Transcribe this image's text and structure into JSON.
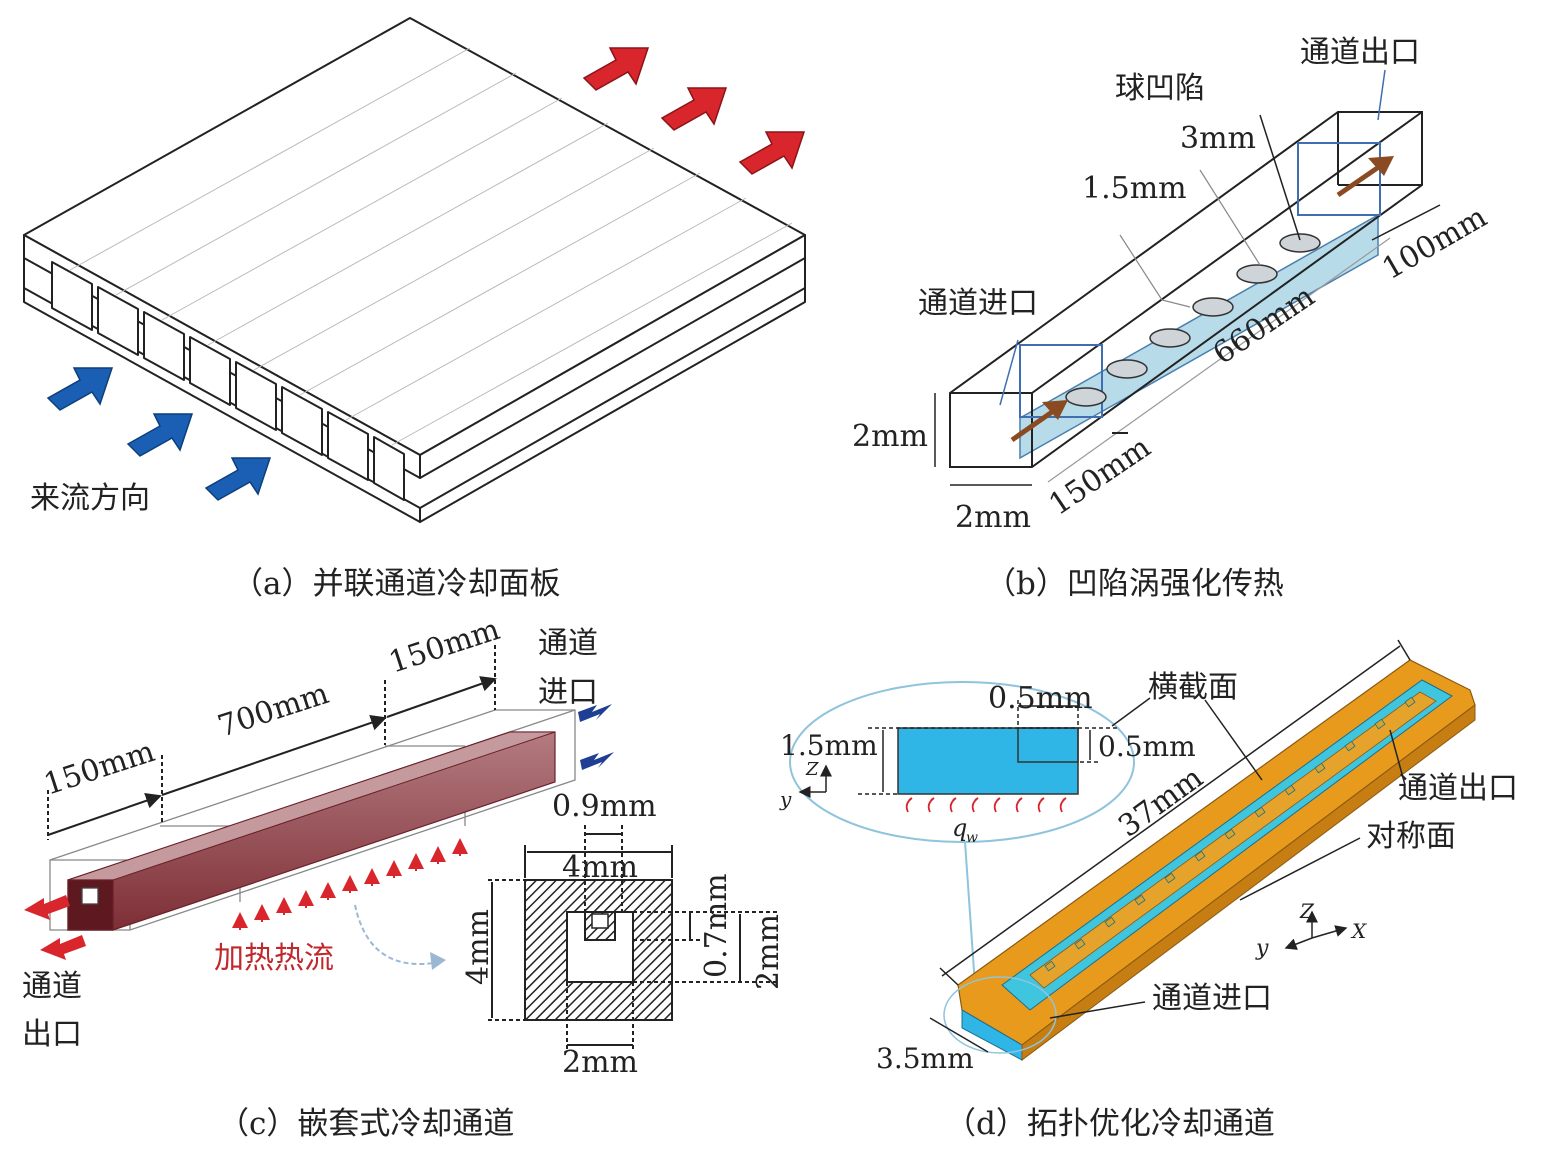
{
  "colors": {
    "inflow_arrow": "#1a5fb4",
    "outflow_arrow": "#d8262c",
    "dimple_channel": "#b7dbe8",
    "nested_channel": "#8c3f45",
    "topology_cyan": "#3fc6de",
    "topology_orange": "#e89a1c",
    "heat_flux_label": "#c0282d"
  },
  "panel_a": {
    "caption": "（a）并联通道冷却面板",
    "flow_label": "来流方向"
  },
  "panel_b": {
    "caption": "（b）凹陷涡强化传热",
    "outlet": "通道出口",
    "dimple": "球凹陷",
    "dim_3mm": "3mm",
    "dim_1_5mm": "1.5mm",
    "inlet": "通道进口",
    "dim_100mm": "100mm",
    "dim_660mm": "660mm",
    "dim_2mm_h": "2mm",
    "dim_150mm": "150mm",
    "dim_2mm_w": "2mm"
  },
  "panel_c": {
    "caption": "（c）嵌套式冷却通道",
    "dim_150mm_right": "150mm",
    "dim_700mm": "700mm",
    "dim_150mm_left": "150mm",
    "inlet_line1": "通道",
    "inlet_line2": "进口",
    "outlet_line1": "通道",
    "outlet_line2": "出口",
    "heat_flux": "加热热流",
    "dim_0_9mm": "0.9mm",
    "dim_4mm_top": "4mm",
    "dim_4mm_side": "4mm",
    "dim_0_7mm": "0.7mm",
    "dim_2mm_side": "2mm",
    "dim_2mm_bottom": "2mm"
  },
  "panel_d": {
    "caption": "（d）拓扑优化冷却通道",
    "cross_section": "横截面",
    "dim_0_5mm_top": "0.5mm",
    "dim_1_5mm": "1.5mm",
    "dim_0_5mm_side": "0.5mm",
    "axis_z_small": "Z",
    "axis_y_small": "y",
    "heat_flux_symbol": "q",
    "heat_flux_sub": "w",
    "dim_37mm": "37mm",
    "outlet": "通道出口",
    "symmetry_plane": "对称面",
    "axis_z": "Z",
    "axis_x": "X",
    "axis_y": "y",
    "inlet": "通道进口",
    "dim_3_5mm": "3.5mm"
  }
}
